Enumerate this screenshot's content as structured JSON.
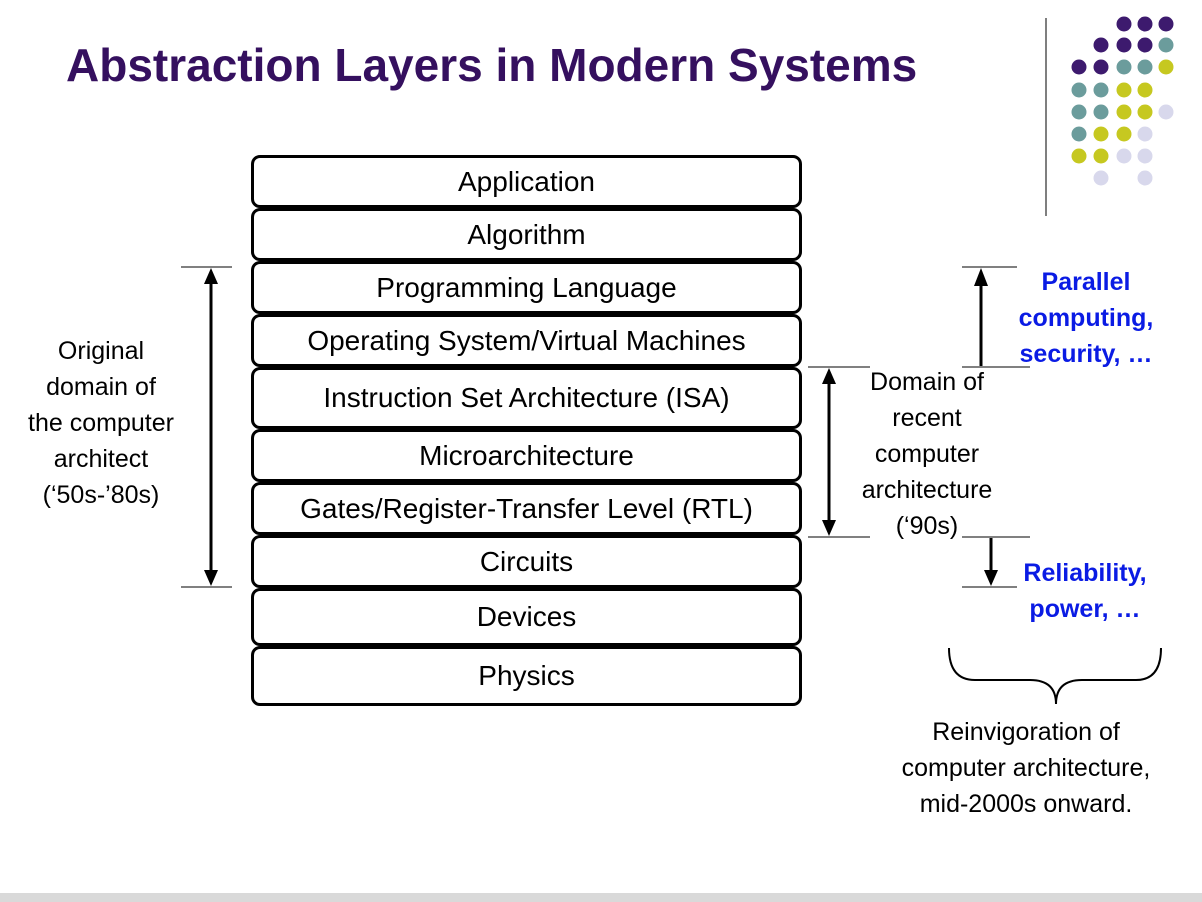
{
  "title": "Abstraction Layers in Modern Systems",
  "layers": [
    "Application",
    "Algorithm",
    "Programming Language",
    "Operating System/Virtual Machines",
    "Instruction Set Architecture (ISA)",
    "Microarchitecture",
    "Gates/Register-Transfer Level (RTL)",
    "Circuits",
    "Devices",
    "Physics"
  ],
  "original_domain": [
    "Original",
    "domain of",
    "the computer",
    "architect",
    "(‘50s-’80s)"
  ],
  "recent_domain": [
    "Domain of",
    "recent",
    "computer",
    "architecture",
    "(‘90s)"
  ],
  "parallel": [
    "Parallel",
    "computing,",
    "security, …"
  ],
  "reliability": [
    "Reliability,",
    "power, …"
  ],
  "reinvigoration": [
    "Reinvigoration of",
    "computer architecture,",
    "mid-2000s onward."
  ],
  "colors": {
    "title": "#35105f",
    "accent_blue": "#0a1be4",
    "dot_purple": "#3d1a6e",
    "dot_teal": "#6b9c9c",
    "dot_yellow": "#c6c820",
    "dot_lavender": "#d8d8ec"
  }
}
